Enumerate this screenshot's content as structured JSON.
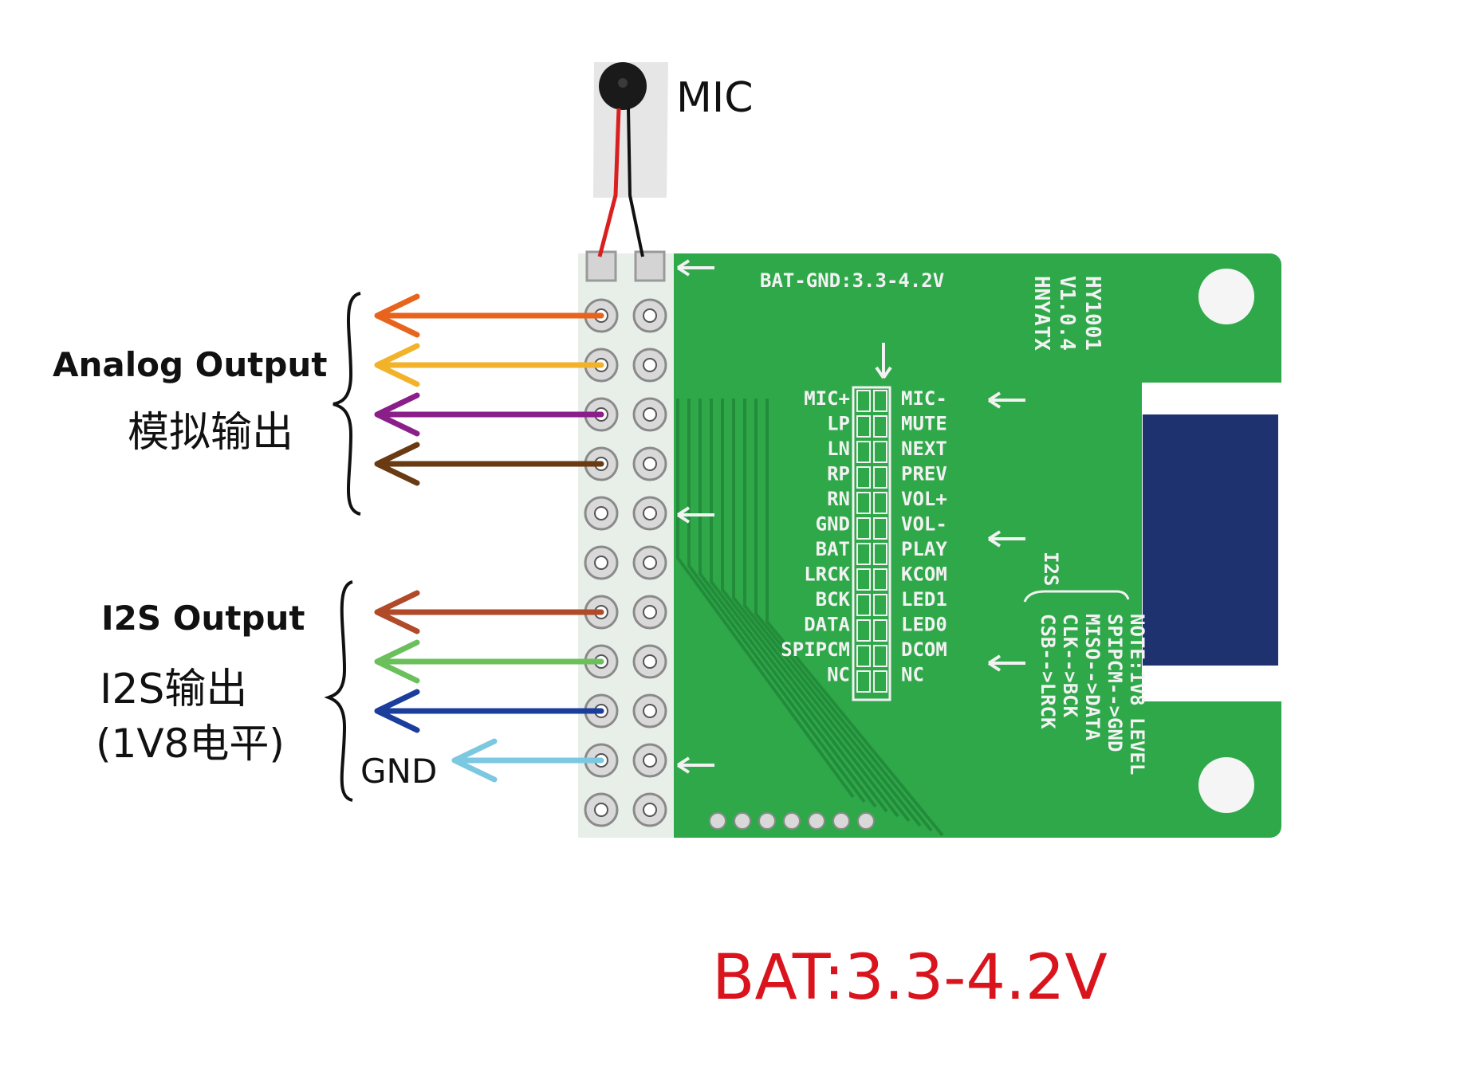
{
  "colors": {
    "pcb_green": "#2fa84a",
    "pcb_dark": "#238c3b",
    "silk": "#f2f2f2",
    "header_strip": "#e8efe9",
    "bat_red": "#d9141d",
    "wire_red": "#d91f1f",
    "wire_black": "#111111",
    "module_blue": "#1f3270"
  },
  "mic": {
    "label": "MIC"
  },
  "groups": {
    "analog_en": "Analog Output",
    "analog_cn": "模拟输出",
    "i2s_en": "I2S Output",
    "i2s_cn": "I2S输出",
    "i2s_level": "(1V8电平)",
    "gnd": "GND"
  },
  "arrows": [
    {
      "name": "analog-arrow-1",
      "color": "#e8641c"
    },
    {
      "name": "analog-arrow-2",
      "color": "#f2b22a"
    },
    {
      "name": "analog-arrow-3",
      "color": "#8a1f8a"
    },
    {
      "name": "analog-arrow-4",
      "color": "#6a3a12"
    },
    {
      "name": "i2s-arrow-1",
      "color": "#b04a28"
    },
    {
      "name": "i2s-arrow-2",
      "color": "#6cc05c"
    },
    {
      "name": "i2s-arrow-3",
      "color": "#1b3d9c"
    },
    {
      "name": "gnd-arrow",
      "color": "#7cc8e0"
    }
  ],
  "board": {
    "supply_silk": "BAT-GND:3.3-4.2V",
    "model_lines": [
      "HY1001",
      "V1.0.4",
      "HNYATX"
    ],
    "left_pins": [
      "MIC+",
      "LP",
      "LN",
      "RP",
      "RN",
      "GND",
      "BAT",
      "LRCK",
      "BCK",
      "DATA",
      "SPIPCM",
      "NC"
    ],
    "right_pins": [
      "MIC-",
      "MUTE",
      "NEXT",
      "PREV",
      "VOL+",
      "VOL-",
      "PLAY",
      "KCOM",
      "LED1",
      "LED0",
      "DCOM",
      "NC"
    ],
    "i2s_silk": "I2S",
    "note_lines": [
      "NOTE:1V8 LEVEL",
      "SPIPCM-->GND",
      "MISO-->DATA",
      "CLK-->BCK",
      "CSB-->LRCK"
    ]
  },
  "footer": {
    "bat_note": "BAT:3.3-4.2V"
  }
}
